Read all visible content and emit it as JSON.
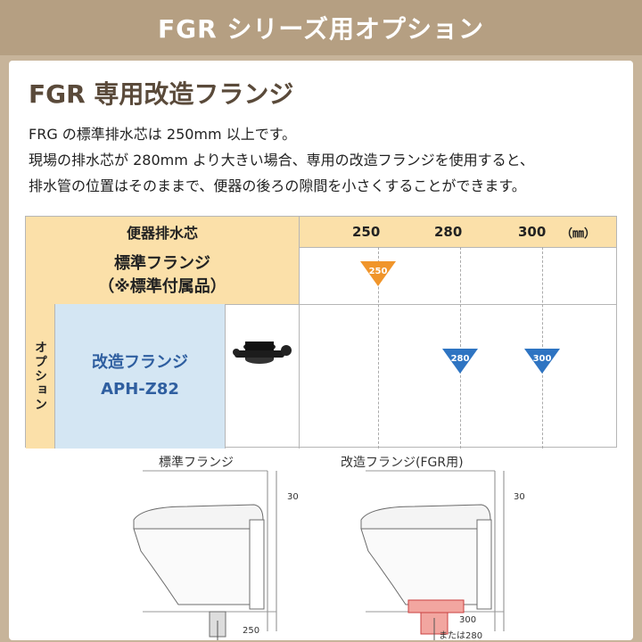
{
  "banner": {
    "title": "FGR シリーズ用オプション"
  },
  "section": {
    "title": "FGR 専用改造フランジ"
  },
  "description": [
    "FRG の標準排水芯は 250mm 以上です。",
    "現場の排水芯が 280mm より大きい場合、専用の改造フランジを使用すると、",
    "排水管の位置はそのままで、便器の後ろの隙間を小さくすることができます。"
  ],
  "table": {
    "header_label": "便器排水芯",
    "ticks": [
      "250",
      "280",
      "300"
    ],
    "unit": "（㎜）",
    "standard": {
      "line1": "標準フランジ",
      "line2": "（※標準付属品）",
      "badge": "250",
      "badge_color": "#f0952b"
    },
    "option": {
      "side_label": "オプション",
      "name_line1": "改造フランジ",
      "name_line2": "APH-Z82",
      "badges": [
        "280",
        "300"
      ],
      "badge_color": "#2e74c2"
    }
  },
  "drawings": {
    "left_caption": "標準フランジ",
    "right_caption": "改造フランジ(FGR用)",
    "left_dims": {
      "top": "30",
      "bottom": "250"
    },
    "right_dims": {
      "top": "30",
      "bottom": "300",
      "bottom_alt": "または280"
    }
  }
}
